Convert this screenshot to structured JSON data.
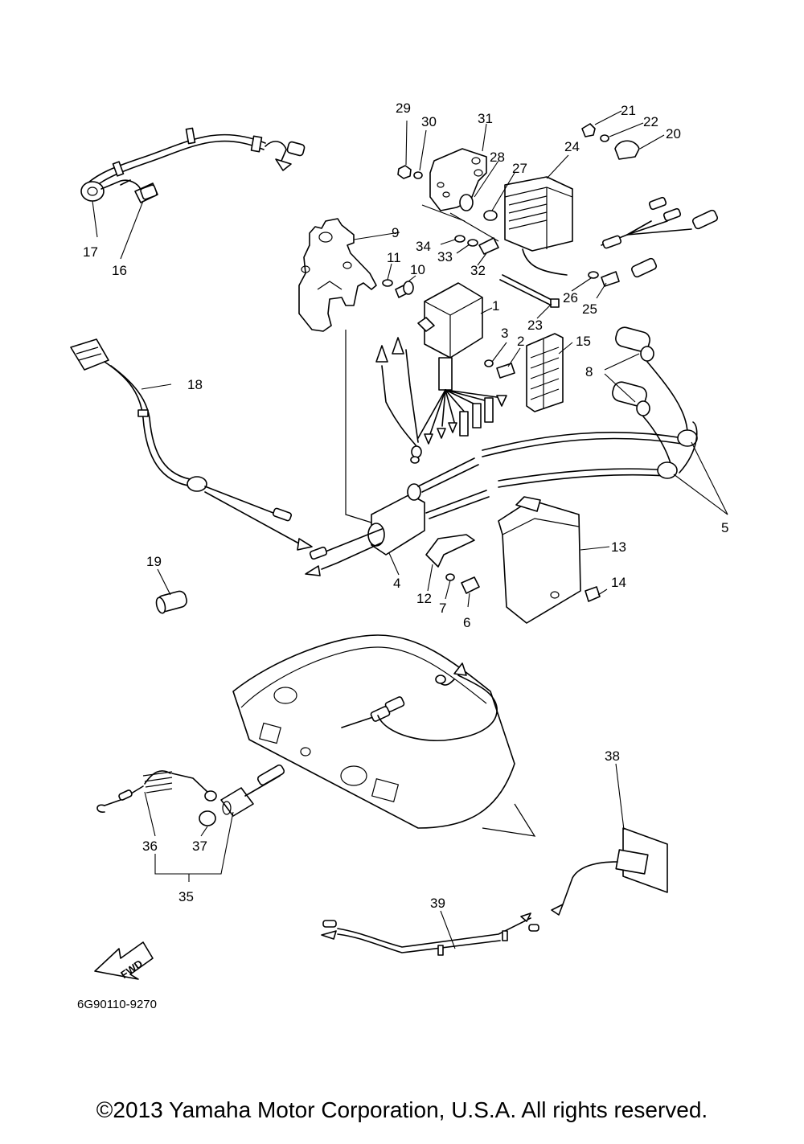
{
  "diagram": {
    "part_labels": [
      "1",
      "2",
      "3",
      "4",
      "5",
      "6",
      "7",
      "8",
      "9",
      "10",
      "11",
      "12",
      "13",
      "14",
      "15",
      "16",
      "17",
      "18",
      "19",
      "20",
      "21",
      "22",
      "23",
      "24",
      "25",
      "26",
      "27",
      "28",
      "29",
      "30",
      "31",
      "32",
      "33",
      "34",
      "35",
      "36",
      "37",
      "38",
      "39"
    ],
    "direction_marker": "FWD",
    "drawing_code": "6G90110-9270"
  },
  "footer": {
    "copyright": "©2013 Yamaha Motor Corporation, U.S.A. All rights reserved."
  }
}
